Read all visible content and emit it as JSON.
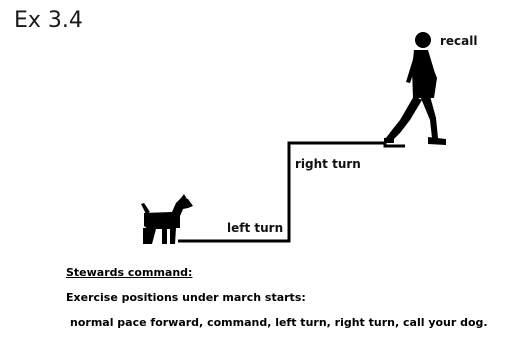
{
  "title": "Ex 3.4",
  "labels": {
    "left_turn": "left turn",
    "right_turn": "right turn",
    "recall": "recall"
  },
  "notes": {
    "heading": "Stewards command:",
    "line1": "Exercise positions under march starts:",
    "line2": "normal pace forward, command, left turn, right turn, call your dog."
  },
  "colors": {
    "line": "#000000",
    "background": "#ffffff"
  }
}
